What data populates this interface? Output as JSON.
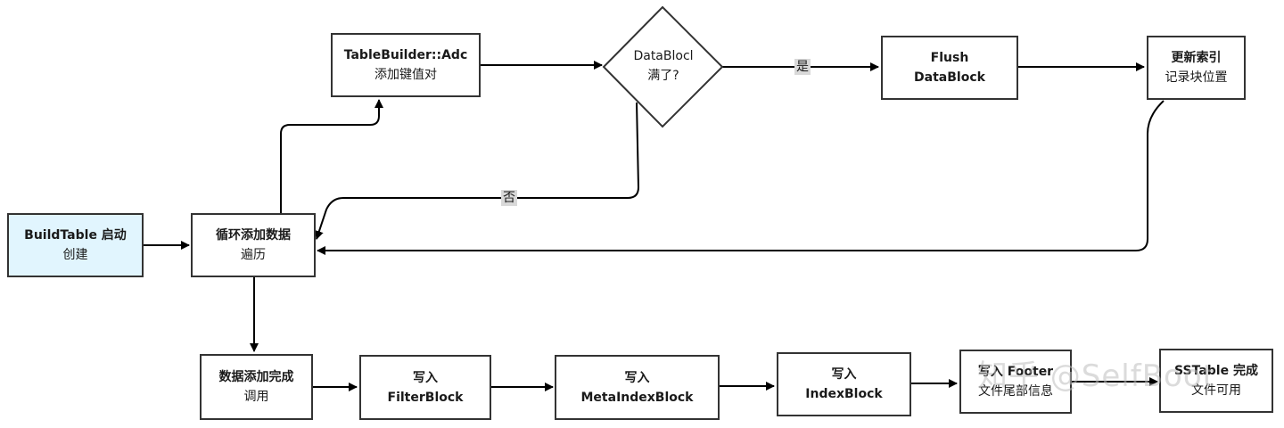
{
  "nodes": {
    "buildtable": {
      "title": "BuildTable 启动",
      "sub": "创建"
    },
    "loop": {
      "title": "循环添加数据",
      "sub": "遍历"
    },
    "add": {
      "title": "TableBuilder::Adc",
      "sub": "添加键值对"
    },
    "decision": {
      "line1": "DataBlocl",
      "line2": "满了?"
    },
    "flush": {
      "title": "Flush",
      "sub": "DataBlock"
    },
    "update_index": {
      "title": "更新索引",
      "sub": "记录块位置"
    },
    "done_adding": {
      "title": "数据添加完成",
      "sub": "调用"
    },
    "filter": {
      "title": "写入",
      "sub": "FilterBlock"
    },
    "metaindex": {
      "title": "写入",
      "sub": "MetaIndexBlock"
    },
    "indexblock": {
      "title": "写入",
      "sub": "IndexBlock"
    },
    "footer": {
      "title": "写入 Footer",
      "sub": "文件尾部信息"
    },
    "sstable_done": {
      "title": "SSTable 完成",
      "sub": "文件可用"
    }
  },
  "edge_labels": {
    "yes": "是",
    "no": "否"
  },
  "watermark": "知乎 @SelfBoot",
  "colors": {
    "start_fill": "#e1f5fe",
    "stroke": "#333333",
    "edge": "#000000",
    "label_bg": "#d9d9d9"
  }
}
